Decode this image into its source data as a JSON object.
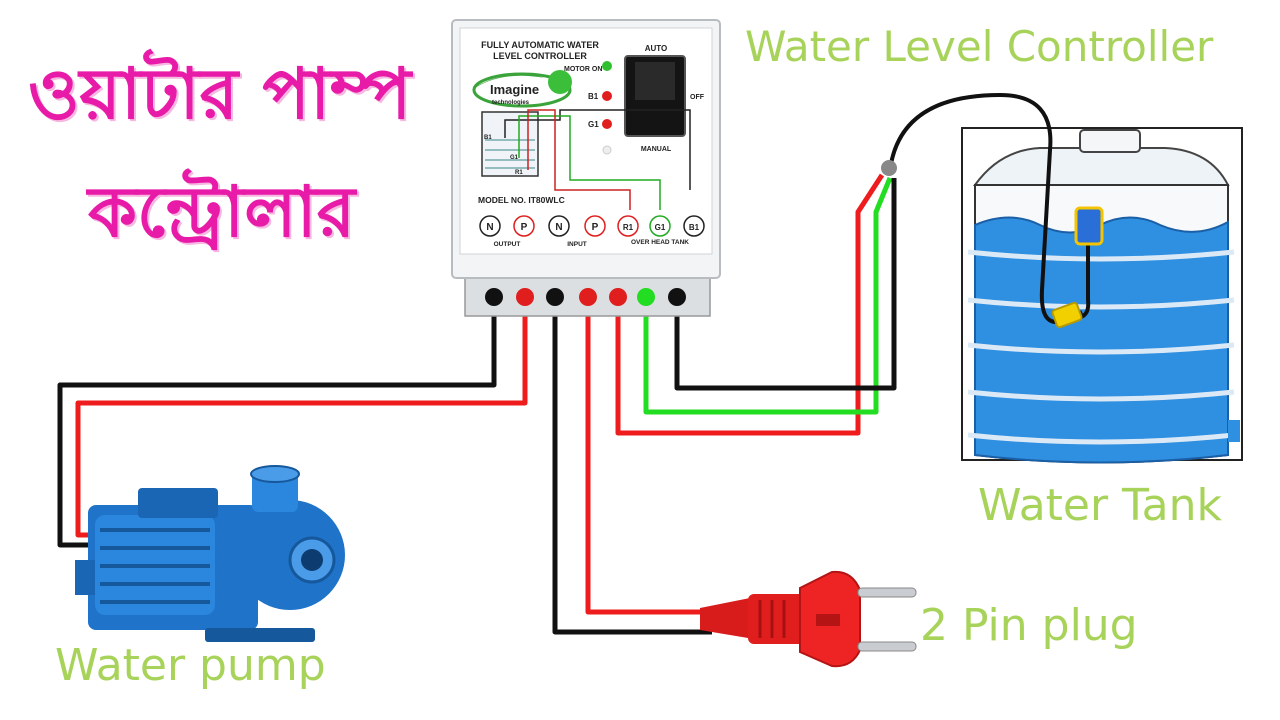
{
  "title": {
    "line1": "ওয়াটার পাম্প",
    "line2": "কন্ট্রোলার"
  },
  "labels": {
    "controller": "Water Level Controller",
    "tank": "Water Tank",
    "plug": "2 Pin plug",
    "pump": "Water pump"
  },
  "controller_panel": {
    "heading_line1": "FULLY AUTOMATIC WATER",
    "heading_line2": "LEVEL CONTROLLER",
    "brand": "Imagine",
    "brand_sub": "technologies",
    "model": "MODEL NO. IT80WLC",
    "indicators": [
      "MOTOR ON",
      "B1",
      "G1"
    ],
    "switch_labels": {
      "top": "AUTO",
      "side": "OFF",
      "bottom": "MANUAL"
    },
    "sensor_labels": [
      "B1",
      "G1",
      "R1"
    ],
    "terminals": [
      "N",
      "P",
      "N",
      "P",
      "R1",
      "G1",
      "B1"
    ],
    "groups": [
      "OUTPUT",
      "INPUT",
      "OVER HEAD TANK"
    ]
  },
  "colors": {
    "wire_black": "#111111",
    "wire_red": "#ee1c1c",
    "wire_green": "#22dd22",
    "label_green": "#a8d35a",
    "title_pink": "#e81aa8",
    "title_cyan_accent": "#22c6e0",
    "tank_blue": "#2f8fe0",
    "pump_blue": "#1f73c9",
    "plug_red": "#e01e1e"
  },
  "icons": [
    "water-pump-icon",
    "water-tank-icon",
    "two-pin-plug-icon",
    "float-switch-icon",
    "controller-box-icon"
  ]
}
